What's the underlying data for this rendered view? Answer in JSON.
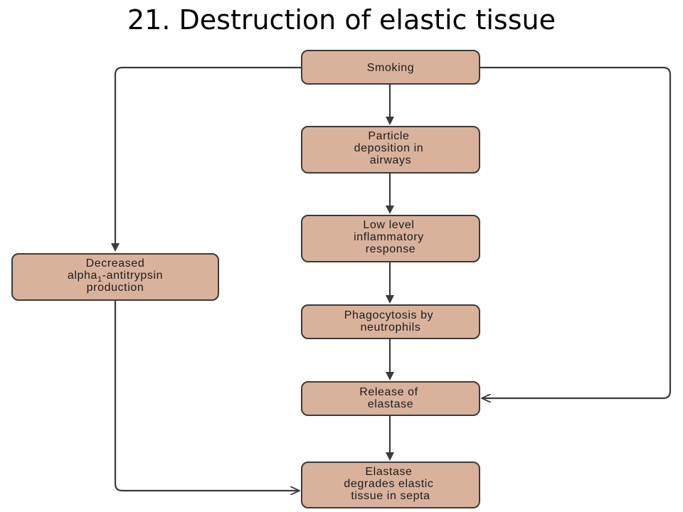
{
  "title": "21. Destruction of elastic tissue",
  "nodes": {
    "smoking": [
      "Smoking"
    ],
    "particle": [
      "Particle",
      "deposition in",
      "airways"
    ],
    "inflammatory": [
      "Low level",
      "inflammatory",
      "response"
    ],
    "phagocytosis": [
      "Phagocytosis by",
      "neutrophils"
    ],
    "release": [
      "Release of",
      "elastase"
    ],
    "degrades": [
      "Elastase",
      "degrades elastic",
      "tissue in septa"
    ],
    "alpha": {
      "line1": "Decreased",
      "line2_prefix": "alpha",
      "line2_subscript": "1",
      "line2_suffix": "-antitrypsin",
      "line3": "production"
    }
  },
  "edges": [
    {
      "from": "smoking",
      "to": "particle"
    },
    {
      "from": "particle",
      "to": "inflammatory"
    },
    {
      "from": "inflammatory",
      "to": "phagocytosis"
    },
    {
      "from": "phagocytosis",
      "to": "release"
    },
    {
      "from": "release",
      "to": "degrades"
    },
    {
      "from": "smoking",
      "to": "alpha"
    },
    {
      "from": "smoking",
      "to": "release"
    },
    {
      "from": "alpha",
      "to": "degrades"
    }
  ]
}
